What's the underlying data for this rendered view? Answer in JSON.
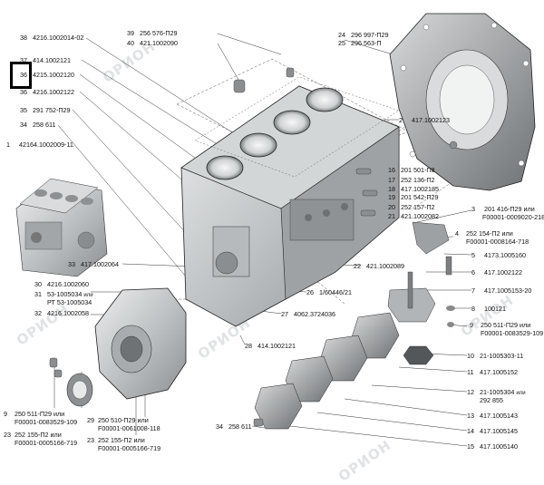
{
  "callouts": [
    {
      "n": "38",
      "code": "4216.1002014-02"
    },
    {
      "n": "37",
      "code": "414.1002121"
    },
    {
      "n": "36",
      "code": "4215.1002120"
    },
    {
      "n": "36",
      "code": "4216.1002122"
    },
    {
      "n": "35",
      "code": "291 752-П29"
    },
    {
      "n": "34",
      "code": "258 611"
    },
    {
      "n": "1",
      "code": "42164.1002009-11"
    },
    {
      "n": "39",
      "code": "256 576-П29"
    },
    {
      "n": "40",
      "code": "421.1002090"
    },
    {
      "n": "24",
      "code": "296 997-П29"
    },
    {
      "n": "25",
      "code": "296 563-П"
    },
    {
      "n": "2",
      "code": "417.1002123"
    },
    {
      "n": "16",
      "code": "201 501-П8"
    },
    {
      "n": "17",
      "code": "252 136-П2"
    },
    {
      "n": "18",
      "code": "417.1002185"
    },
    {
      "n": "19",
      "code": "201 542-П29"
    },
    {
      "n": "20",
      "code": "252 157-П2"
    },
    {
      "n": "21",
      "code": "421.1002082"
    },
    {
      "n": "22",
      "code": "421.1002089"
    },
    {
      "n": "33",
      "code": "417.1002064"
    },
    {
      "n": "26",
      "code": "1/60446/21"
    },
    {
      "n": "27",
      "code": "4062.3724036"
    },
    {
      "n": "28",
      "code": "414.1002121"
    },
    {
      "n": "5",
      "code": "4173.1005160"
    },
    {
      "n": "6",
      "code": "417.1002122"
    },
    {
      "n": "7",
      "code": "417.1005153-20"
    },
    {
      "n": "8",
      "code": "100121"
    },
    {
      "n": "10",
      "code": "21-1005303-11"
    },
    {
      "n": "11",
      "code": "417.1005152"
    },
    {
      "n": "13",
      "code": "417.1005143"
    },
    {
      "n": "14",
      "code": "417.1005145"
    },
    {
      "n": "15",
      "code": "417.1005140"
    },
    {
      "n": "34",
      "code": "258 611"
    }
  ],
  "group_3": {
    "n": "3",
    "line1": "201 416-П29 или",
    "line2": "F00001-0009020-218"
  },
  "group_4": {
    "n": "4",
    "line1": "252 154-П2 или",
    "line2": "F00001-0008164-718"
  },
  "group_9r": {
    "n": "9",
    "line1": "250 511-П29 или",
    "line2": "F00001-0083529-109"
  },
  "group_12": {
    "n": "12",
    "line1": "21-1005304",
    "sub": "или",
    "line2": "292 855"
  },
  "group_30": {
    "n30": "30",
    "c30": "4216.1002060",
    "n31": "31",
    "c31a": "53-1005034",
    "sub31": "или",
    "c31b": "РТ 53-1005034",
    "n32": "32",
    "c32": "4216.1002058"
  },
  "group_9l": {
    "n": "9",
    "line1": "250 511-П29 или",
    "line2": "F00001-0083529-109"
  },
  "group_23": {
    "n": "23",
    "line1": "252 155-П2 или",
    "line2": "F00001-0005166-719"
  },
  "group_29": {
    "n": "29",
    "line1": "250 510-П29 или",
    "line2": "F00001-0061008-118"
  },
  "group_23b": {
    "n": "23",
    "line1": "252 155-П2 или",
    "line2": "F00001-0005166-719"
  },
  "highlight_label": "37",
  "watermark": "ОРИОН",
  "colors": {
    "line": "#111111",
    "part": "#b9bcbe",
    "part_dark": "#6d7073",
    "part_light": "#e6e8e9",
    "watermark": "#dfe3e6"
  }
}
